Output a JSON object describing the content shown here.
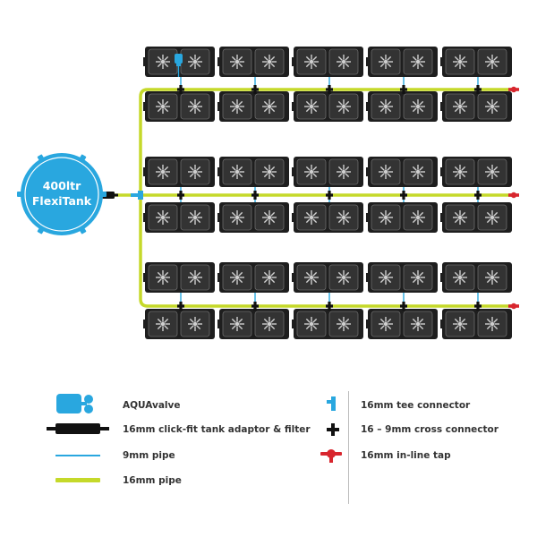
{
  "tank": {
    "label_line1": "400ltr",
    "label_line2": "FlexiTank"
  },
  "colors": {
    "pipe_16mm": "#c5d92a",
    "pipe_9mm": "#29a7df",
    "tank": "#29a7df",
    "tray": "#1e1e1e",
    "tap": "#d8262e",
    "cross_connector": "#111111"
  },
  "layout": {
    "tray_rows": 6,
    "trays_per_row": 5,
    "pots_per_tray": 2
  },
  "legend": {
    "left": [
      {
        "icon": "aquavalve-icon",
        "label": "AQUAvalve"
      },
      {
        "icon": "tank-adaptor-filter-icon",
        "label": "16mm click-fit tank adaptor & filter"
      },
      {
        "icon": "pipe-9mm-icon",
        "label": "9mm pipe"
      },
      {
        "icon": "pipe-16mm-icon",
        "label": "16mm pipe"
      }
    ],
    "right": [
      {
        "icon": "tee-connector-icon",
        "label": "16mm tee connector"
      },
      {
        "icon": "cross-connector-icon",
        "label": "16 – 9mm cross connector"
      },
      {
        "icon": "inline-tap-icon",
        "label": "16mm in-line tap"
      }
    ]
  }
}
